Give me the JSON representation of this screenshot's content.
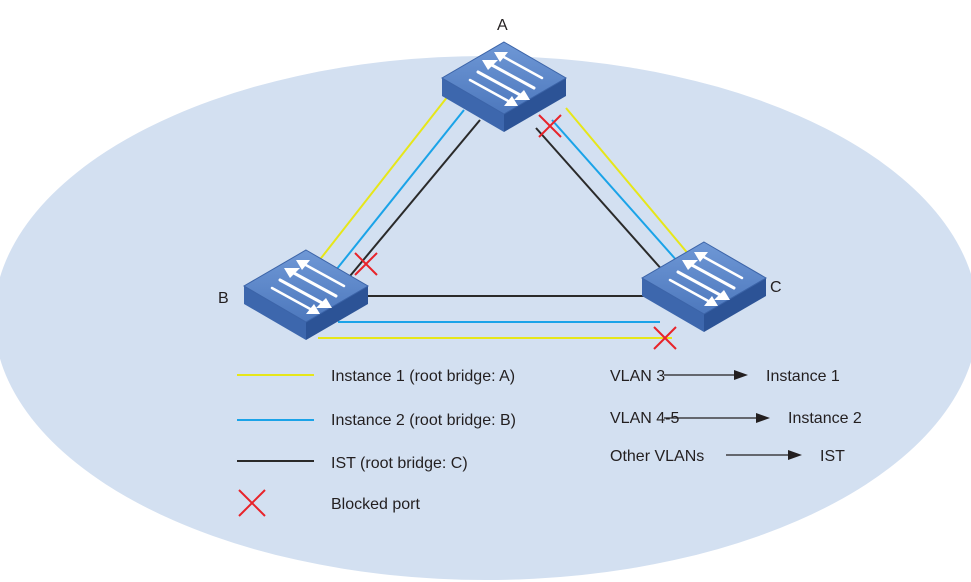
{
  "nodes": [
    {
      "id": "A",
      "label": "A"
    },
    {
      "id": "B",
      "label": "B"
    },
    {
      "id": "C",
      "label": "C"
    }
  ],
  "legend": [
    {
      "kind": "line",
      "color": "#e6e619",
      "label": "Instance 1 (root bridge: A)"
    },
    {
      "kind": "line",
      "color": "#1aa3e8",
      "label": "Instance 2 (root bridge: B)"
    },
    {
      "kind": "line",
      "color": "#2a2a2a",
      "label": "IST (root bridge: C)"
    },
    {
      "kind": "cross",
      "color": "#e8232a",
      "label": "Blocked port"
    }
  ],
  "mapping": [
    {
      "from": "VLAN 3",
      "to": "Instance 1"
    },
    {
      "from": "VLAN 4-5",
      "to": "Instance 2"
    },
    {
      "from": "Other VLANs",
      "to": "IST"
    }
  ],
  "colors": {
    "background_ellipse": "#d3e0f1",
    "instance1": "#e6e619",
    "instance2": "#1aa3e8",
    "ist": "#2a2a2a",
    "blocked": "#e8232a",
    "switch_top": "#5b86c9",
    "switch_side": "#3a64a8"
  },
  "icons": [
    "switch-icon",
    "blocked-port-icon",
    "arrow-icon"
  ]
}
